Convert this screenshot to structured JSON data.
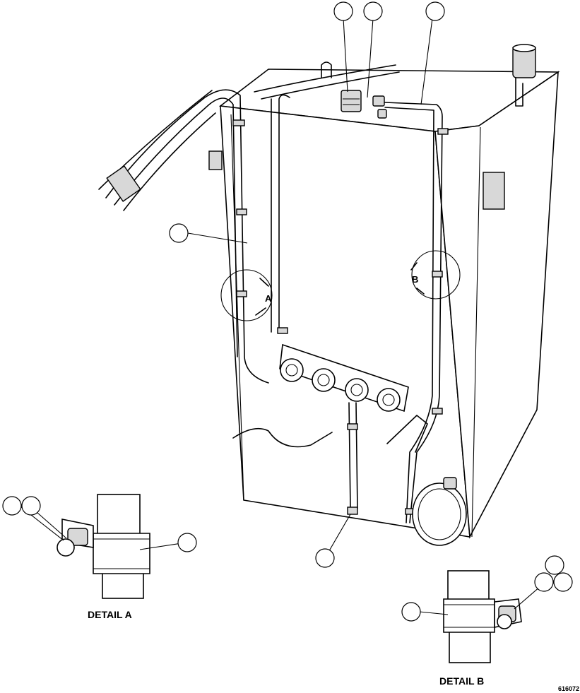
{
  "labels": {
    "view_a": "A",
    "view_b": "B",
    "detail_a": "DETAIL A",
    "detail_b": "DETAIL B",
    "figure_id": "616072"
  }
}
